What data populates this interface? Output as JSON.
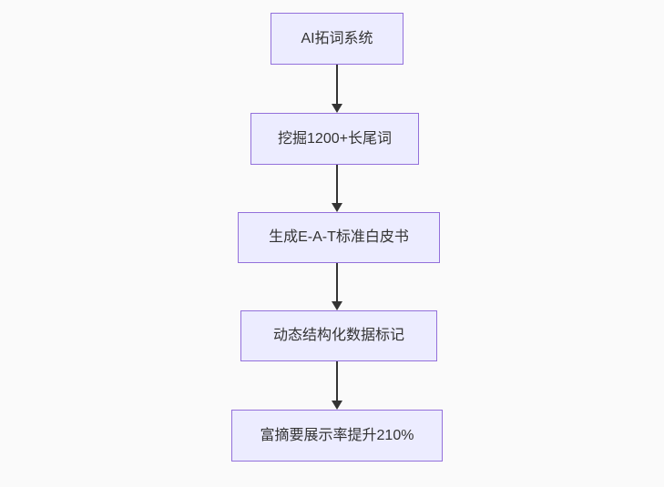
{
  "diagram": {
    "type": "flowchart",
    "direction": "top-down",
    "nodes": [
      {
        "id": "A",
        "label": "AI拓词系统"
      },
      {
        "id": "B",
        "label": "挖掘1200+长尾词"
      },
      {
        "id": "C",
        "label": "生成E-A-T标准白皮书"
      },
      {
        "id": "D",
        "label": "动态结构化数据标记"
      },
      {
        "id": "E",
        "label": "富摘要展示率提升210%"
      }
    ],
    "edges": [
      {
        "from": "A",
        "to": "B"
      },
      {
        "from": "B",
        "to": "C"
      },
      {
        "from": "C",
        "to": "D"
      },
      {
        "from": "D",
        "to": "E"
      }
    ]
  },
  "colors": {
    "background": "#fafafa",
    "node_fill": "#ececff",
    "node_border": "#9370db",
    "text": "#333333",
    "arrow": "#333333"
  }
}
